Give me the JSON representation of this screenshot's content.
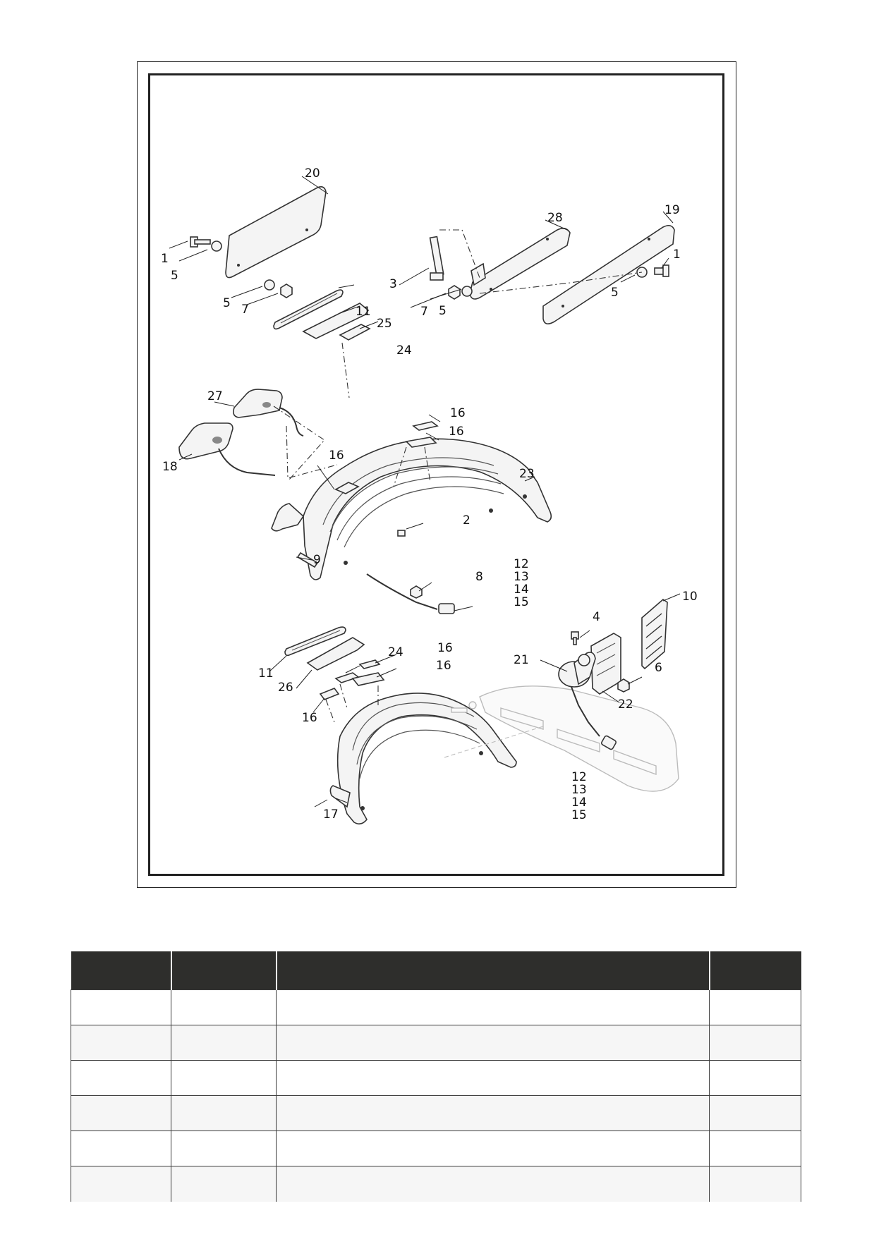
{
  "diagram": {
    "callouts": [
      {
        "id": "c20",
        "label": "20"
      },
      {
        "id": "c1a",
        "label": "1"
      },
      {
        "id": "c5a",
        "label": "5"
      },
      {
        "id": "c5b",
        "label": "5"
      },
      {
        "id": "c7a",
        "label": "7"
      },
      {
        "id": "c28",
        "label": "28"
      },
      {
        "id": "c19",
        "label": "19"
      },
      {
        "id": "c1b",
        "label": "1"
      },
      {
        "id": "c3",
        "label": "3"
      },
      {
        "id": "c7b",
        "label": "7"
      },
      {
        "id": "c5c",
        "label": "5"
      },
      {
        "id": "c5d",
        "label": "5"
      },
      {
        "id": "c11a",
        "label": "11"
      },
      {
        "id": "c25",
        "label": "25"
      },
      {
        "id": "c24a",
        "label": "24"
      },
      {
        "id": "c27",
        "label": "27"
      },
      {
        "id": "c16a",
        "label": "16"
      },
      {
        "id": "c16b",
        "label": "16"
      },
      {
        "id": "c18",
        "label": "18"
      },
      {
        "id": "c16c",
        "label": "16"
      },
      {
        "id": "c23",
        "label": "23"
      },
      {
        "id": "c2",
        "label": "2"
      },
      {
        "id": "c9",
        "label": "9"
      },
      {
        "id": "c8",
        "label": "8"
      },
      {
        "id": "c12a",
        "label": "12"
      },
      {
        "id": "c13a",
        "label": "13"
      },
      {
        "id": "c14a",
        "label": "14"
      },
      {
        "id": "c15a",
        "label": "15"
      },
      {
        "id": "c10",
        "label": "10"
      },
      {
        "id": "c4",
        "label": "4"
      },
      {
        "id": "c24b",
        "label": "24"
      },
      {
        "id": "c16d",
        "label": "16"
      },
      {
        "id": "c16e",
        "label": "16"
      },
      {
        "id": "c21",
        "label": "21"
      },
      {
        "id": "c6",
        "label": "6"
      },
      {
        "id": "c11b",
        "label": "11"
      },
      {
        "id": "c26",
        "label": "26"
      },
      {
        "id": "c22",
        "label": "22"
      },
      {
        "id": "c16f",
        "label": "16"
      },
      {
        "id": "c12b",
        "label": "12"
      },
      {
        "id": "c13b",
        "label": "13"
      },
      {
        "id": "c14b",
        "label": "14"
      },
      {
        "id": "c15b",
        "label": "15"
      },
      {
        "id": "c17",
        "label": "17"
      }
    ]
  },
  "table": {
    "headers": [
      "",
      "",
      "",
      ""
    ],
    "rows": [
      [
        "",
        "",
        "",
        ""
      ],
      [
        "",
        "",
        "",
        ""
      ],
      [
        "",
        "",
        "",
        ""
      ],
      [
        "",
        "",
        "",
        ""
      ],
      [
        "",
        "",
        "",
        ""
      ],
      [
        "",
        "",
        "",
        ""
      ]
    ]
  }
}
